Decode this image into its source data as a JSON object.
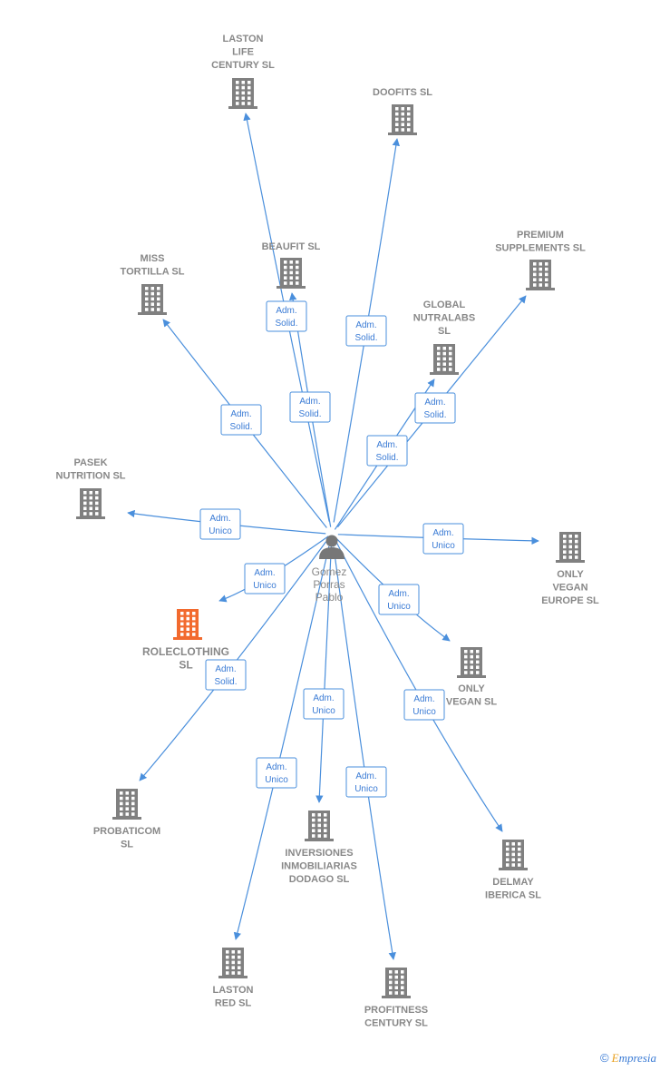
{
  "center": {
    "id": "person",
    "label_lines": [
      "Gomez",
      "Porras",
      "Pablo"
    ],
    "icon": "person-icon"
  },
  "colors": {
    "edge": "#4a8fdc",
    "building": "#808080",
    "highlight": "#f26a2e"
  },
  "nodes": [
    {
      "id": "laston-life",
      "label_lines": [
        "LASTON",
        "LIFE",
        "CENTURY  SL"
      ],
      "icon": "building-icon"
    },
    {
      "id": "doofits",
      "label_lines": [
        "DOOFITS  SL"
      ],
      "icon": "building-icon"
    },
    {
      "id": "beaufit",
      "label_lines": [
        "BEAUFIT  SL"
      ],
      "icon": "building-icon"
    },
    {
      "id": "miss-tortilla",
      "label_lines": [
        "MISS",
        "TORTILLA  SL"
      ],
      "icon": "building-icon"
    },
    {
      "id": "premium",
      "label_lines": [
        "PREMIUM",
        "SUPPLEMENTS SL"
      ],
      "icon": "building-icon"
    },
    {
      "id": "global",
      "label_lines": [
        "GLOBAL",
        "NUTRALABS",
        "SL"
      ],
      "icon": "building-icon"
    },
    {
      "id": "pasek",
      "label_lines": [
        "PASEK",
        "NUTRITION  SL"
      ],
      "icon": "building-icon"
    },
    {
      "id": "only-vegan-europe",
      "label_lines": [
        "ONLY",
        "VEGAN",
        "EUROPE  SL"
      ],
      "icon": "building-icon"
    },
    {
      "id": "roleclothing",
      "label_lines": [
        "ROLECLOTHING",
        "SL"
      ],
      "icon": "building-icon",
      "highlight": true
    },
    {
      "id": "only-vegan",
      "label_lines": [
        "ONLY",
        "VEGAN  SL"
      ],
      "icon": "building-icon"
    },
    {
      "id": "probaticom",
      "label_lines": [
        "PROBATICOM",
        "SL"
      ],
      "icon": "building-icon"
    },
    {
      "id": "inversiones",
      "label_lines": [
        "INVERSIONES",
        "INMOBILIARIAS",
        "DODAGO  SL"
      ],
      "icon": "building-icon"
    },
    {
      "id": "delmay",
      "label_lines": [
        "DELMAY",
        "IBERICA SL"
      ],
      "icon": "building-icon"
    },
    {
      "id": "laston-red",
      "label_lines": [
        "LASTON",
        "RED SL"
      ],
      "icon": "building-icon"
    },
    {
      "id": "profitness",
      "label_lines": [
        "PROFITNESS",
        "CENTURY  SL"
      ],
      "icon": "building-icon"
    }
  ],
  "edges": [
    {
      "to": "laston-life",
      "label_lines": [
        "Adm.",
        "Solid."
      ]
    },
    {
      "to": "doofits",
      "label_lines": [
        "Adm.",
        "Solid."
      ]
    },
    {
      "to": "beaufit",
      "label_lines": [
        "Adm.",
        "Solid."
      ]
    },
    {
      "to": "miss-tortilla",
      "label_lines": [
        "Adm.",
        "Solid."
      ]
    },
    {
      "to": "premium",
      "label_lines": [
        "Adm.",
        "Solid."
      ]
    },
    {
      "to": "global",
      "label_lines": [
        "Adm.",
        "Solid."
      ]
    },
    {
      "to": "pasek",
      "label_lines": [
        "Adm.",
        "Unico"
      ]
    },
    {
      "to": "only-vegan-europe",
      "label_lines": [
        "Adm.",
        "Unico"
      ]
    },
    {
      "to": "roleclothing",
      "label_lines": [
        "Adm.",
        "Unico"
      ]
    },
    {
      "to": "only-vegan",
      "label_lines": [
        "Adm.",
        "Unico"
      ]
    },
    {
      "to": "probaticom",
      "label_lines": [
        "Adm.",
        "Solid."
      ]
    },
    {
      "to": "inversiones",
      "label_lines": [
        "Adm.",
        "Unico"
      ]
    },
    {
      "to": "delmay",
      "label_lines": [
        "Adm.",
        "Unico"
      ]
    },
    {
      "to": "laston-red",
      "label_lines": [
        "Adm.",
        "Unico"
      ]
    },
    {
      "to": "profitness",
      "label_lines": [
        "Adm.",
        "Unico"
      ]
    }
  ],
  "footer": {
    "copyright_symbol": "©",
    "brand_first": "E",
    "brand_rest": "mpresia"
  }
}
